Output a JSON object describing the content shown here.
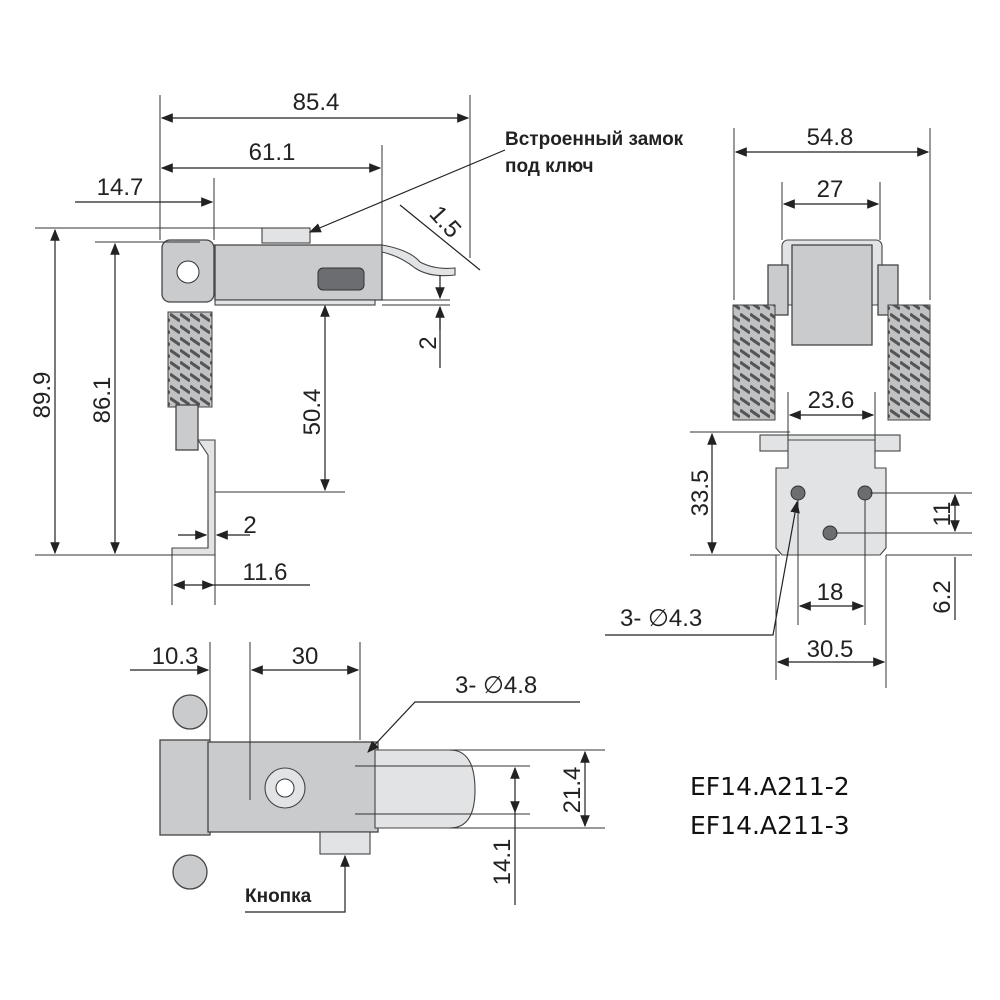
{
  "side_view": {
    "dim_overall_length": "85.4",
    "dim_body_length": "61.1",
    "dim_hinge_offset": "14.7",
    "dim_thickness": "1.5",
    "dim_gap": "2",
    "dim_catch_height": "50.4",
    "dim_total_height": "89.9",
    "dim_inner_height": "86.1",
    "dim_base_thickness": "2",
    "dim_base_width": "11.6",
    "lock_label_line1": "Встроенный замок",
    "lock_label_line2": "под ключ"
  },
  "front_view": {
    "dim_overall_width": "54.8",
    "dim_top_width": "27",
    "dim_plate_top_width": "23.6",
    "dim_plate_height": "33.5",
    "dim_hole_vertical": "11",
    "dim_hole_bottom": "6.2",
    "dim_hole_spacing": "18",
    "dim_plate_width": "30.5",
    "holes_label": "3- ∅4.3"
  },
  "top_view": {
    "dim_hinge": "10.3",
    "dim_lock_offset": "30",
    "holes_label": "3- ∅4.8",
    "dim_width": "21.4",
    "dim_hole_spacing": "14.1",
    "button_label": "Кнопка"
  },
  "model_codes": [
    "EF14.A211-2",
    "EF14.A211-3"
  ]
}
